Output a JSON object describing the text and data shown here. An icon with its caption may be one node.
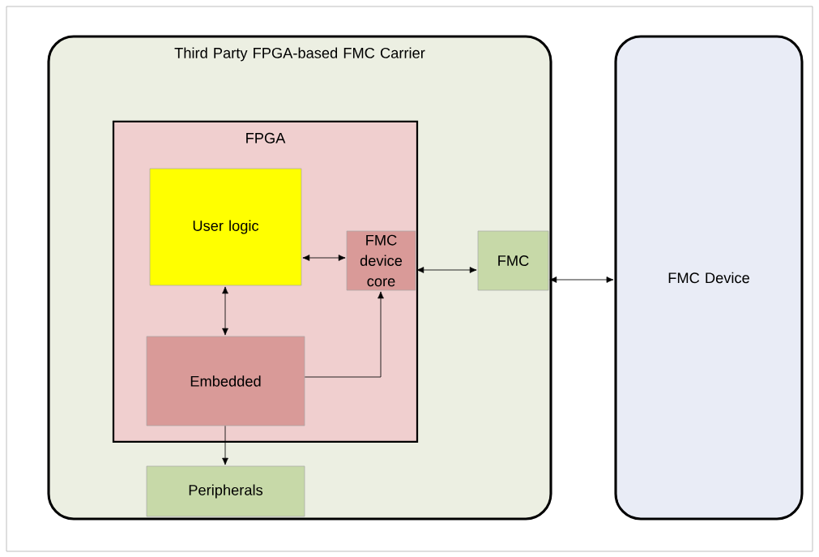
{
  "diagram": {
    "nodes": [
      {
        "text": [
          "Third Party FPGA-based FMC Carrier"
        ]
      },
      {
        "text": [
          "FPGA"
        ],
        "in": 0
      },
      {
        "text": [
          "User logic"
        ],
        "in": 1
      },
      {
        "text": [
          "FMC device core"
        ],
        "in": 1
      },
      {
        "text": [
          "Embedded"
        ],
        "in": 1
      },
      {
        "text": [
          "FMC"
        ],
        "in": 0
      },
      {
        "text": [
          "Peripherals"
        ],
        "in": 0
      },
      {
        "text": [
          "FMC Device"
        ]
      }
    ],
    "edges": [
      {
        "from": 2,
        "to": 3,
        "arrow": "both"
      },
      {
        "from": 3,
        "to": 5,
        "arrow": "both"
      },
      {
        "from": 5,
        "to": 7,
        "arrow": "both"
      },
      {
        "from": 2,
        "to": 4,
        "arrow": "both"
      },
      {
        "from": 4,
        "to": 3,
        "arrow": "to"
      },
      {
        "from": 4,
        "to": 6,
        "arrow": "to"
      }
    ]
  }
}
